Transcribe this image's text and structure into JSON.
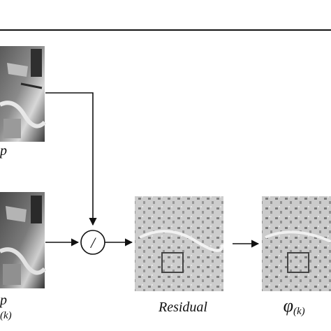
{
  "diagram": {
    "labels": {
      "top_image_label": "p",
      "bottom_image_label": "p",
      "bottom_image_sub": "(k)",
      "divide_symbol": "/",
      "residual_label": "Residual",
      "phi_label": "φ",
      "phi_sub": "(k)"
    }
  }
}
